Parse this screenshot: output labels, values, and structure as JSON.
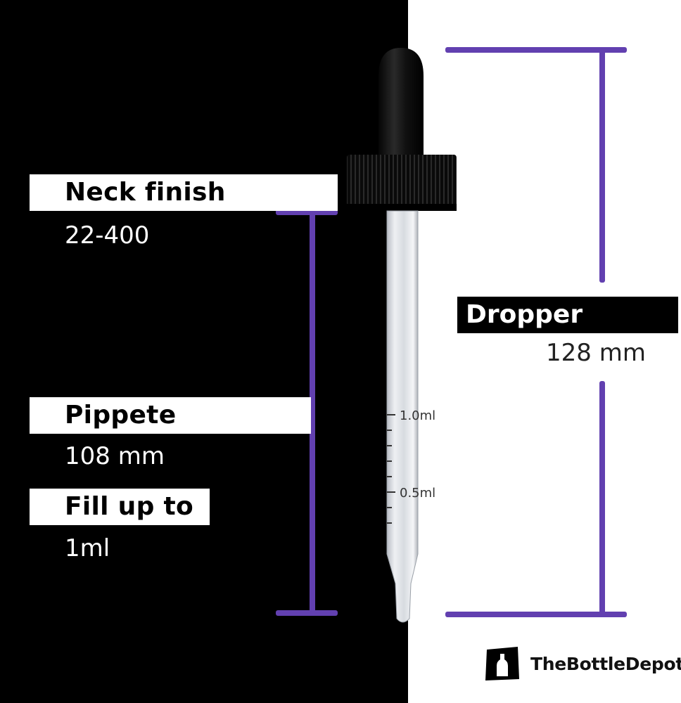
{
  "labels": {
    "neck_finish": {
      "title": "Neck finish",
      "value": "22-400"
    },
    "pipette": {
      "title": "Pippete",
      "value": "108 mm"
    },
    "fill": {
      "title": "Fill up to",
      "value": "1ml"
    },
    "dropper_height": {
      "title": "Dropper Height",
      "value": "128 mm"
    }
  },
  "pipette_marks": {
    "top": "1.0ml",
    "bottom": "0.5ml"
  },
  "brand": {
    "name": "TheBottleDepot",
    "logo_icon": "bottle-logo-icon"
  },
  "colors": {
    "accent": "#6240b0",
    "left_bg": "#000000",
    "right_bg": "#ffffff"
  }
}
